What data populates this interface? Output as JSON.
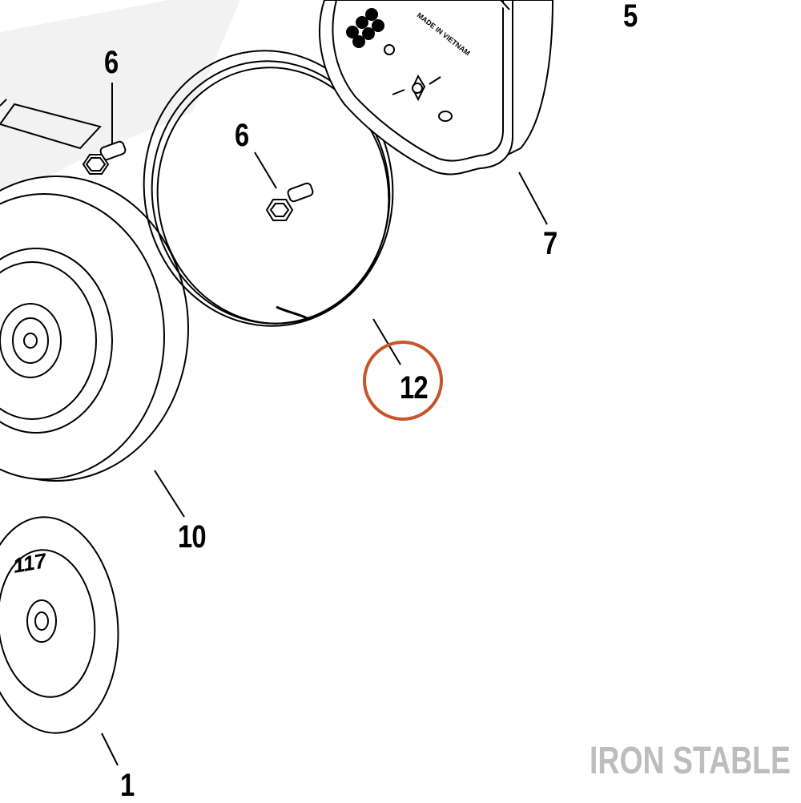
{
  "diagram": {
    "callouts": {
      "c5": "5",
      "c6_left": "6",
      "c6_center": "6",
      "c7": "7",
      "c12": "12",
      "c10": "10",
      "c1": "1"
    },
    "highlight_color": "#c8542b",
    "watermark": "IRON STABLE",
    "watermark_color": "#bdbdbd",
    "box_engravings": [
      "MADE IN VIETNAM"
    ],
    "cover_badge": "117"
  }
}
